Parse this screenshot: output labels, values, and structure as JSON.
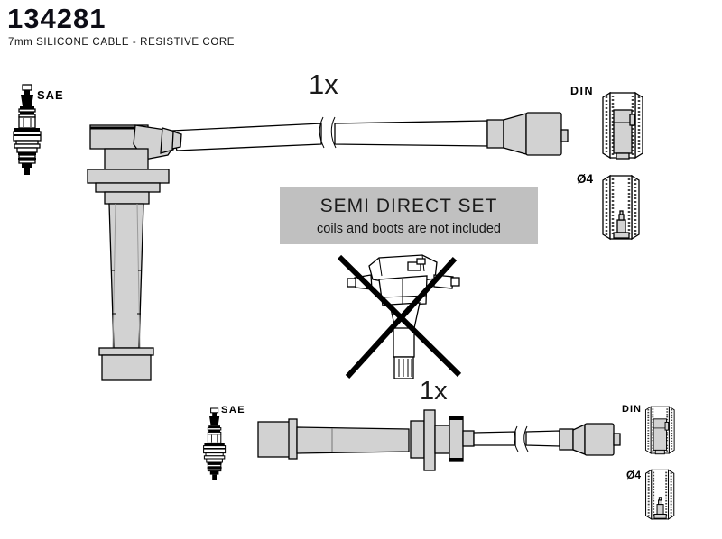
{
  "header": {
    "part_number": "134281",
    "description": "7mm SILICONE CABLE - RESISTIVE CORE"
  },
  "notice": {
    "title": "SEMI DIRECT SET",
    "subtitle": "coils and boots are not included"
  },
  "top_assembly": {
    "quantity": "1x",
    "plug_standard": "SAE",
    "terminal_din": "DIN",
    "terminal_d4": "Ø4"
  },
  "bottom_assembly": {
    "quantity": "1x",
    "plug_standard": "SAE",
    "terminal_din": "DIN",
    "terminal_d4": "Ø4"
  },
  "colors": {
    "part_fill": "#d2d2d2",
    "notice_bg": "#c0c0c0",
    "outline": "#000000",
    "background": "#ffffff"
  }
}
